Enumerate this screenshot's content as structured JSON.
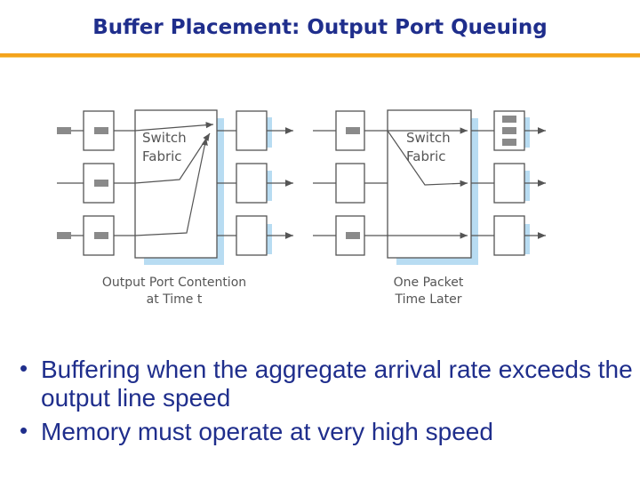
{
  "slide": {
    "title": "Buffer Placement: Output Port Queuing"
  },
  "diagram": {
    "left_panel": {
      "fabric_label_line1": "Switch",
      "fabric_label_line2": "Fabric",
      "caption_line1": "Output Port Contention",
      "caption_line2": "at Time t"
    },
    "right_panel": {
      "fabric_label_line1": "Switch",
      "fabric_label_line2": "Fabric",
      "caption_line1": "One Packet",
      "caption_line2": "Time Later"
    },
    "colors": {
      "shadow": "#b8dcf2",
      "packet": "#8a8a8a",
      "line": "#555555"
    }
  },
  "bullets": [
    "Buffering when the aggregate arrival rate exceeds the output line speed",
    "Memory must operate at very high speed"
  ]
}
